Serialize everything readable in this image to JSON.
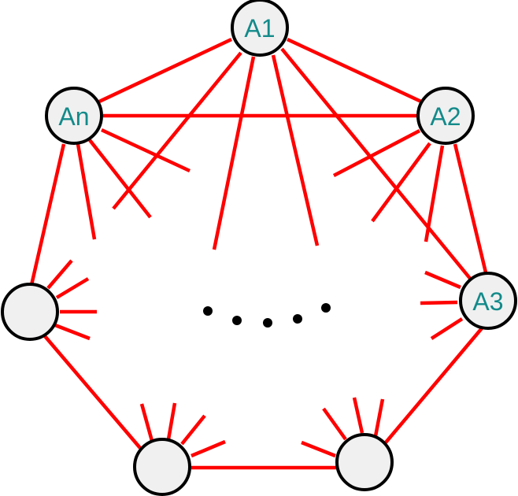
{
  "diagram": {
    "nodes": [
      {
        "id": "A1",
        "label": "A1"
      },
      {
        "id": "A2",
        "label": "A2"
      },
      {
        "id": "A3",
        "label": "A3"
      },
      {
        "id": "An",
        "label": "An"
      },
      {
        "id": "left",
        "label": ""
      },
      {
        "id": "bottom-left",
        "label": ""
      },
      {
        "id": "bottom-right",
        "label": ""
      }
    ],
    "colors": {
      "edge": "#ff0000",
      "node_fill": "#f0f0f0",
      "node_stroke": "#000000",
      "label": "#138a8a"
    }
  }
}
